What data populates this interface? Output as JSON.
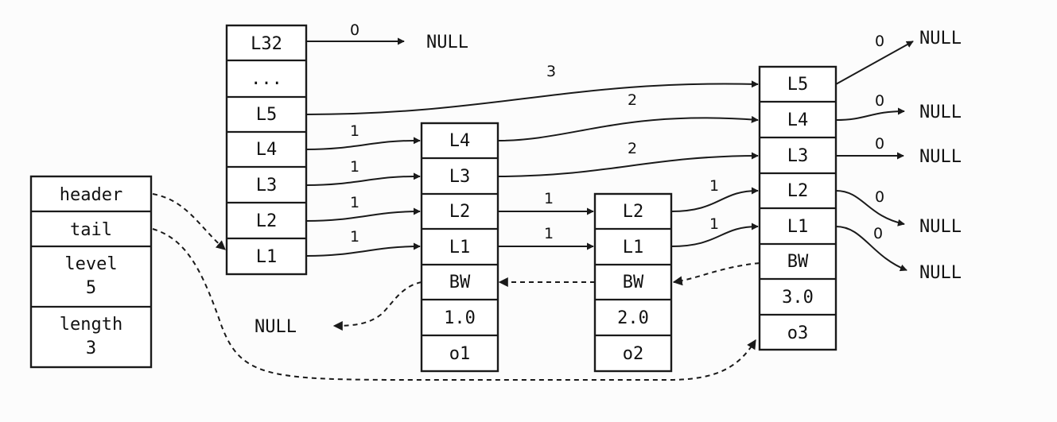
{
  "zskiplist": {
    "fields": [
      "header",
      "tail",
      [
        "level",
        "5"
      ],
      [
        "length",
        "3"
      ]
    ]
  },
  "header_node": {
    "levels": [
      "L32",
      "...",
      "L5",
      "L4",
      "L3",
      "L2",
      "L1"
    ]
  },
  "node1": {
    "levels": [
      "L4",
      "L3",
      "L2",
      "L1"
    ],
    "backward": "BW",
    "score": "1.0",
    "obj": "o1"
  },
  "node2": {
    "levels": [
      "L2",
      "L1"
    ],
    "backward": "BW",
    "score": "2.0",
    "obj": "o2"
  },
  "node3": {
    "levels": [
      "L5",
      "L4",
      "L3",
      "L2",
      "L1"
    ],
    "backward": "BW",
    "score": "3.0",
    "obj": "o3"
  },
  "null_label": "NULL",
  "span_labels": {
    "h_L32": "0",
    "h_L5": "3",
    "h_L4": "1",
    "h_L3": "1",
    "h_L2": "1",
    "h_L1": "1",
    "n1_L4": "2",
    "n1_L3": "2",
    "n1_L2": "1",
    "n1_L1": "1",
    "n2_L2": "1",
    "n2_L1": "1",
    "n3_L5": "0",
    "n3_L4": "0",
    "n3_L3": "0",
    "n3_L2": "0",
    "n3_L1": "0"
  }
}
